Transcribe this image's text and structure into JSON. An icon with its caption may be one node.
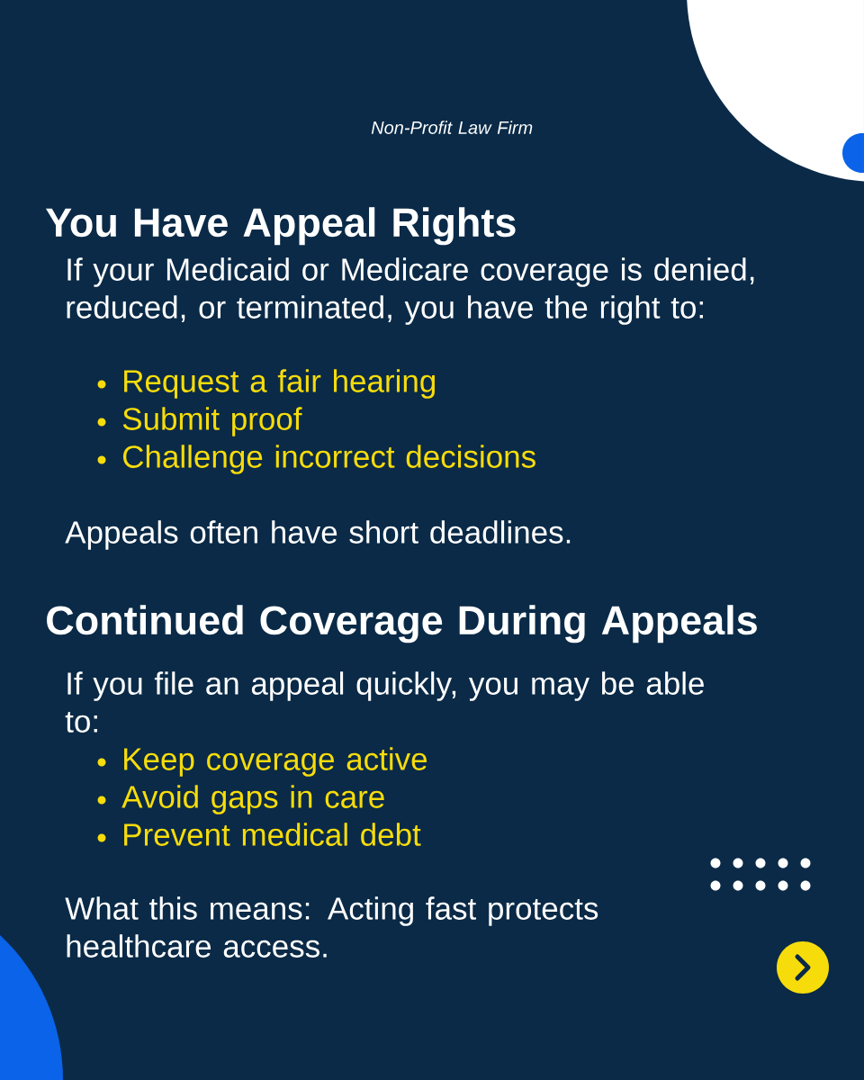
{
  "diagram": {
    "labels": [
      "Non-Profit Law Firm",
      "You Have Appeal Rights",
      "If your Medicaid or Medicare coverage is denied, reduced, or terminated, you have the right to:",
      "Request a fair hearing",
      "Submit proof",
      "Challenge incorrect decisions",
      "Appeals often have short deadlines.",
      "Continued Coverage During Appeals",
      "If you file an appeal quickly, you may be able to:",
      "Keep coverage active",
      "Avoid gaps in care",
      "Prevent medical debt",
      "What this means: Acting fast protects healthcare access."
    ]
  }
}
